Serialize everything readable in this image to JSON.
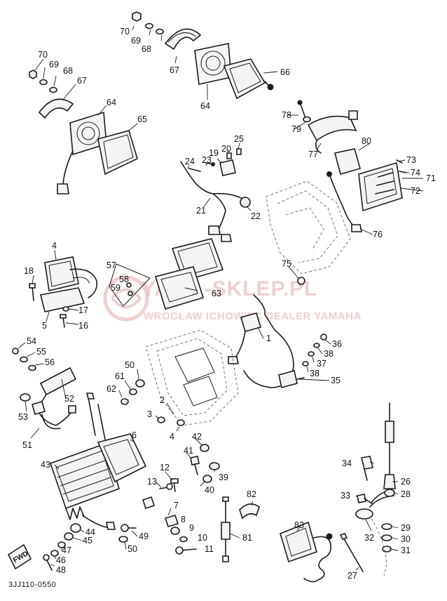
{
  "diagram": {
    "code": "3JJ110-0550",
    "watermark": {
      "brand": "YAMA-SKLEP.PL",
      "tagline": "WROCŁAW ICHOWIEC DEALER YAMAHA"
    },
    "direction_tag": "FWD",
    "callouts": [
      {
        "id": "c70a",
        "text": "70"
      },
      {
        "id": "c69a",
        "text": "69"
      },
      {
        "id": "c68a",
        "text": "68"
      },
      {
        "id": "c67a",
        "text": "67"
      },
      {
        "id": "c66",
        "text": "66"
      },
      {
        "id": "c64a",
        "text": "64"
      },
      {
        "id": "c70b",
        "text": "70"
      },
      {
        "id": "c69b",
        "text": "69"
      },
      {
        "id": "c68b",
        "text": "68"
      },
      {
        "id": "c67b",
        "text": "67"
      },
      {
        "id": "c64b",
        "text": "64"
      },
      {
        "id": "c65",
        "text": "65"
      },
      {
        "id": "c78",
        "text": "78"
      },
      {
        "id": "c79",
        "text": "79"
      },
      {
        "id": "c77",
        "text": "77"
      },
      {
        "id": "c80",
        "text": "80"
      },
      {
        "id": "c73",
        "text": "73"
      },
      {
        "id": "c74",
        "text": "74"
      },
      {
        "id": "c71",
        "text": "71"
      },
      {
        "id": "c72",
        "text": "72"
      },
      {
        "id": "c25",
        "text": "25"
      },
      {
        "id": "c20",
        "text": "20"
      },
      {
        "id": "c19",
        "text": "19"
      },
      {
        "id": "c23",
        "text": "23"
      },
      {
        "id": "c24",
        "text": "24"
      },
      {
        "id": "c21",
        "text": "21"
      },
      {
        "id": "c22",
        "text": "22"
      },
      {
        "id": "c76",
        "text": "76"
      },
      {
        "id": "c75",
        "text": "75"
      },
      {
        "id": "c4",
        "text": "4"
      },
      {
        "id": "c18",
        "text": "18"
      },
      {
        "id": "c5",
        "text": "5"
      },
      {
        "id": "c17",
        "text": "17"
      },
      {
        "id": "c16",
        "text": "16"
      },
      {
        "id": "c57",
        "text": "57"
      },
      {
        "id": "c58",
        "text": "58"
      },
      {
        "id": "c59",
        "text": "59"
      },
      {
        "id": "c63",
        "text": "63"
      },
      {
        "id": "c1",
        "text": "1"
      },
      {
        "id": "c36",
        "text": "36"
      },
      {
        "id": "c38a",
        "text": "38"
      },
      {
        "id": "c37",
        "text": "37"
      },
      {
        "id": "c38b",
        "text": "38"
      },
      {
        "id": "c35",
        "text": "35"
      },
      {
        "id": "c54",
        "text": "54"
      },
      {
        "id": "c55",
        "text": "55"
      },
      {
        "id": "c56",
        "text": "56"
      },
      {
        "id": "c52",
        "text": "52"
      },
      {
        "id": "c53",
        "text": "53"
      },
      {
        "id": "c51",
        "text": "51"
      },
      {
        "id": "c50a",
        "text": "50"
      },
      {
        "id": "c61",
        "text": "61"
      },
      {
        "id": "c62",
        "text": "62"
      },
      {
        "id": "c2",
        "text": "2"
      },
      {
        "id": "c3",
        "text": "3"
      },
      {
        "id": "c42",
        "text": "42"
      },
      {
        "id": "c4b",
        "text": "4"
      },
      {
        "id": "c41",
        "text": "41"
      },
      {
        "id": "c6",
        "text": "6"
      },
      {
        "id": "c43",
        "text": "43"
      },
      {
        "id": "c39",
        "text": "39"
      },
      {
        "id": "c40",
        "text": "40"
      },
      {
        "id": "c12",
        "text": "12"
      },
      {
        "id": "c13",
        "text": "13"
      },
      {
        "id": "c7",
        "text": "7"
      },
      {
        "id": "c8",
        "text": "8"
      },
      {
        "id": "c9",
        "text": "9"
      },
      {
        "id": "c10",
        "text": "10"
      },
      {
        "id": "c11",
        "text": "11"
      },
      {
        "id": "c82",
        "text": "82"
      },
      {
        "id": "c81",
        "text": "81"
      },
      {
        "id": "c44",
        "text": "44"
      },
      {
        "id": "c45",
        "text": "45"
      },
      {
        "id": "c47",
        "text": "47"
      },
      {
        "id": "c46",
        "text": "46"
      },
      {
        "id": "c48",
        "text": "48"
      },
      {
        "id": "c49",
        "text": "49"
      },
      {
        "id": "c50b",
        "text": "50"
      },
      {
        "id": "c34",
        "text": "34"
      },
      {
        "id": "c26",
        "text": "26"
      },
      {
        "id": "c33",
        "text": "33"
      },
      {
        "id": "c28",
        "text": "28"
      },
      {
        "id": "c83",
        "text": "83"
      },
      {
        "id": "c29",
        "text": "29"
      },
      {
        "id": "c32",
        "text": "32"
      },
      {
        "id": "c30",
        "text": "30"
      },
      {
        "id": "c31",
        "text": "31"
      },
      {
        "id": "c27",
        "text": "27"
      }
    ]
  }
}
